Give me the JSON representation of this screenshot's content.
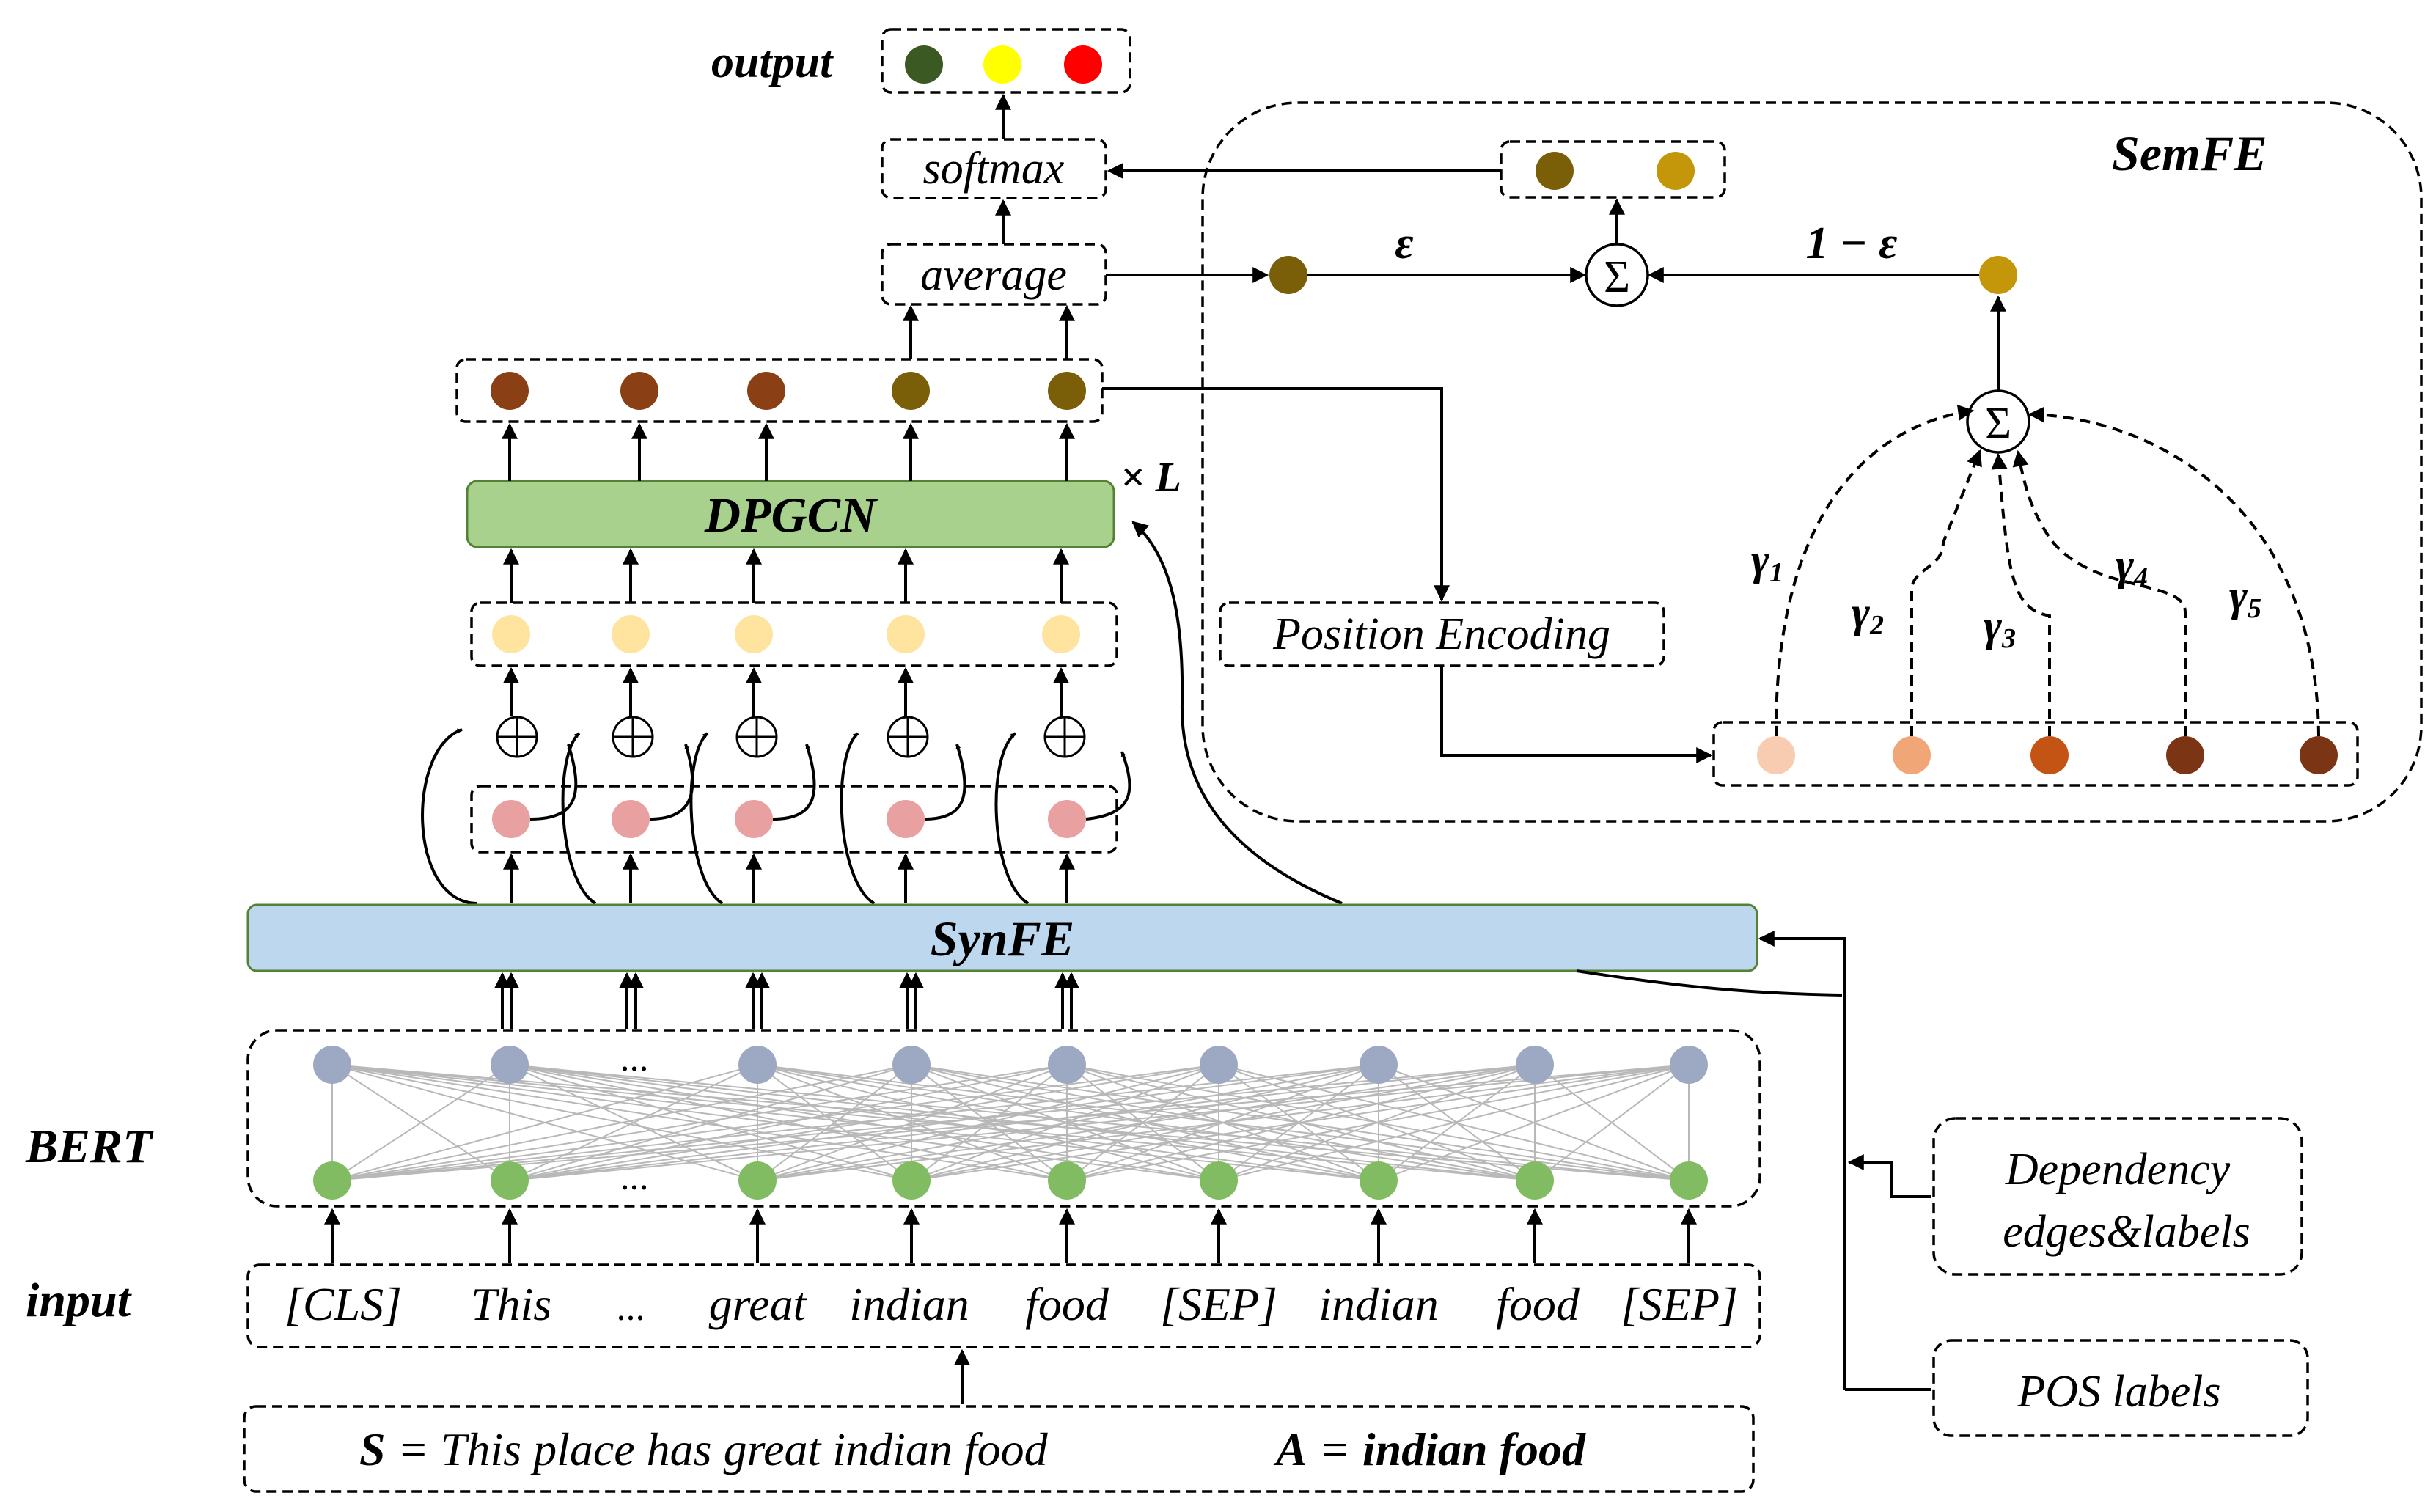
{
  "labels": {
    "output": "output",
    "bert": "BERT",
    "input": "input",
    "softmax": "softmax",
    "average": "average",
    "dpgcn": "DPGCN",
    "times_l": "× L",
    "synfe": "SynFE",
    "semfe": "SemFE",
    "position_encoding": "Position Encoding",
    "epsilon": "ε",
    "one_minus_epsilon": "1 − ε",
    "sum_symbol": "Σ",
    "plus_symbol": "⊕",
    "ellipsis": "...",
    "dependency_line1": "Dependency",
    "dependency_line2": "edges&labels",
    "pos_labels": "POS labels",
    "gamma": [
      {
        "base": "γ",
        "sub": "1"
      },
      {
        "base": "γ",
        "sub": "2"
      },
      {
        "base": "γ",
        "sub": "3"
      },
      {
        "base": "γ",
        "sub": "4"
      },
      {
        "base": "γ",
        "sub": "5"
      }
    ]
  },
  "tokens": [
    "[CLS]",
    "This",
    "...",
    "great",
    "indian",
    "food",
    "[SEP]",
    "indian",
    "food",
    "[SEP]"
  ],
  "sentence": {
    "s_label": "S",
    "s_eq": " = This place has great indian food",
    "a_label": "A",
    "a_eq": " = ",
    "a_value": "indian food"
  },
  "colors": {
    "output": [
      "#3b5a23",
      "#ffff00",
      "#ff0000"
    ],
    "semfe_pair": [
      "#7a5e08",
      "#c4960a"
    ],
    "eps_node": "#7a5e08",
    "one_minus_eps_node": "#c4960a",
    "dpgcn_out": [
      "#8b3f14",
      "#8b3f14",
      "#8b3f14",
      "#7a5e08",
      "#7a5e08"
    ],
    "fused": "#ffe4a0",
    "syn": "#e8a0a0",
    "bert_top": "#9da9c2",
    "bert_bottom": "#82bc62",
    "semantic_nodes": [
      "#f8ccb0",
      "#f1a678",
      "#c45414",
      "#7b3514",
      "#7b3514"
    ],
    "dpgcn_fill": "#a9d18e",
    "dpgcn_stroke": "#548235",
    "synfe_fill": "#bdd7ee",
    "synfe_stroke": "#548235"
  }
}
